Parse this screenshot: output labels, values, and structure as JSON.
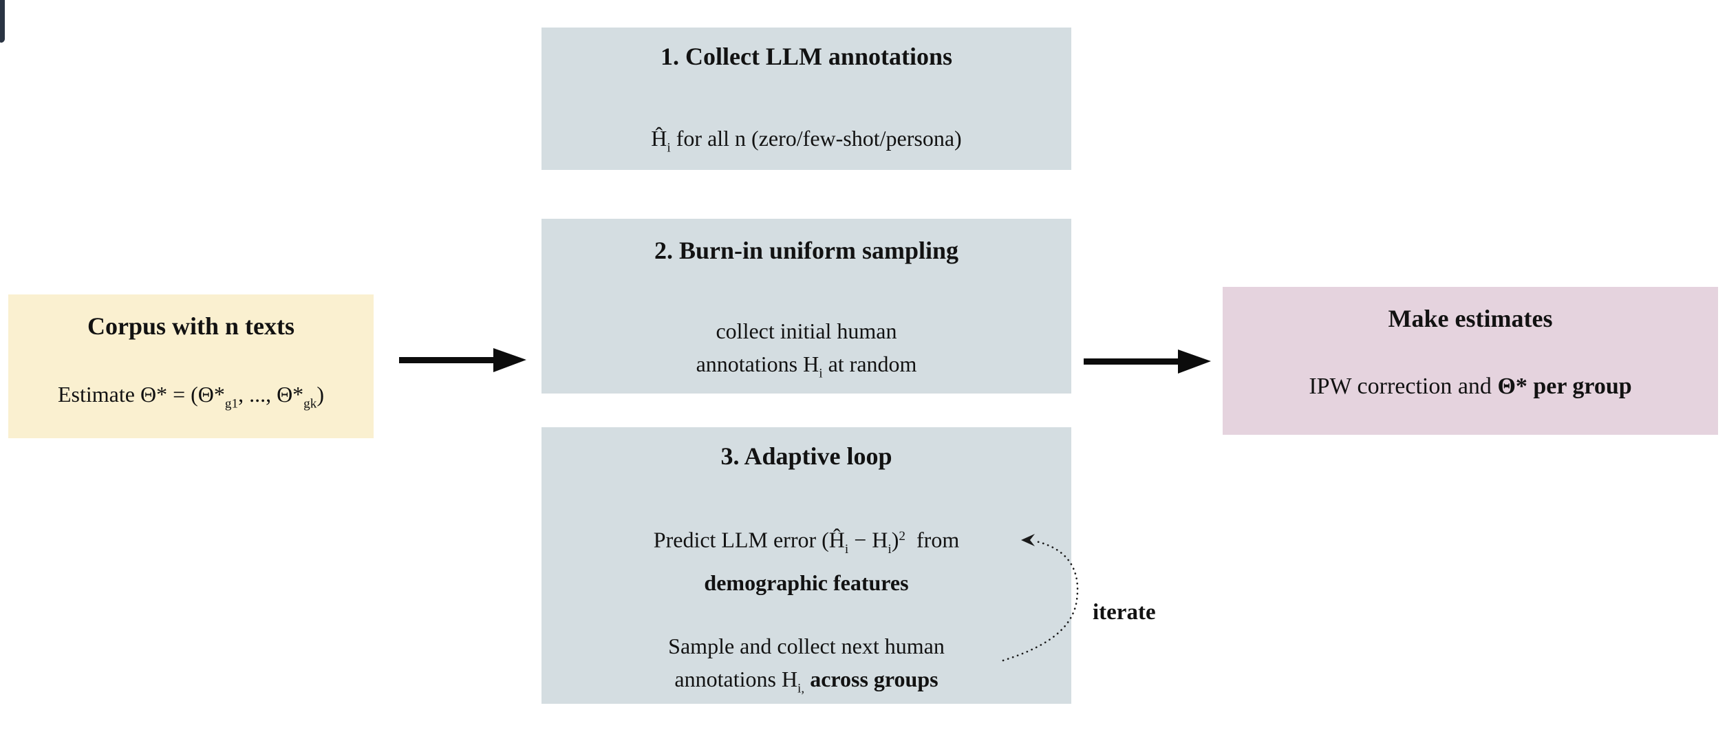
{
  "palette": {
    "box_gray": "#d4dde1",
    "box_yellow": "#faf0d0",
    "box_pink": "#e5d3de",
    "ink": "#121212",
    "corner_dark": "#2a3443"
  },
  "corpus_box": {
    "title": "Corpus with n texts",
    "body": [
      [
        {
          "t": "Estimate Θ* = (Θ*"
        },
        {
          "t": "g1",
          "s": "sub"
        },
        {
          "t": ", ..., Θ*"
        },
        {
          "t": "gk",
          "s": "sub"
        },
        {
          "t": ")"
        }
      ]
    ]
  },
  "step1_box": {
    "title": "1. Collect LLM annotations",
    "body": [
      [
        {
          "t": "Ĥ"
        },
        {
          "t": "i",
          "s": "sub"
        },
        {
          "t": " for all n (zero/few-shot/persona)"
        }
      ]
    ]
  },
  "step2_box": {
    "title": "2. Burn-in uniform sampling",
    "body": [
      [
        {
          "t": "collect initial human"
        }
      ],
      [
        {
          "t": "annotations H"
        },
        {
          "t": "i",
          "s": "sub"
        },
        {
          "t": " at random"
        }
      ]
    ]
  },
  "step3_box": {
    "title": "3. Adaptive loop",
    "body_top": [
      [
        {
          "t": "Predict LLM error (Ĥ"
        },
        {
          "t": "i",
          "s": "sub"
        },
        {
          "t": " − H"
        },
        {
          "t": "i",
          "s": "sub"
        },
        {
          "t": ")"
        },
        {
          "t": "2",
          "s": "sup"
        },
        {
          "t": "  from"
        }
      ],
      [
        {
          "t": "demographic features",
          "s": "b"
        }
      ]
    ],
    "body_bottom": [
      [
        {
          "t": "Sample and collect next human"
        }
      ],
      [
        {
          "t": "annotations H"
        },
        {
          "t": "i,",
          "s": "sub"
        },
        {
          "t": " "
        },
        {
          "t": "across groups",
          "s": "b"
        }
      ]
    ]
  },
  "estimates_box": {
    "title": "Make estimates",
    "body": [
      [
        {
          "t": "IPW correction and "
        },
        {
          "t": "Θ* per group",
          "s": "b"
        }
      ]
    ]
  },
  "iterate_label": "iterate"
}
